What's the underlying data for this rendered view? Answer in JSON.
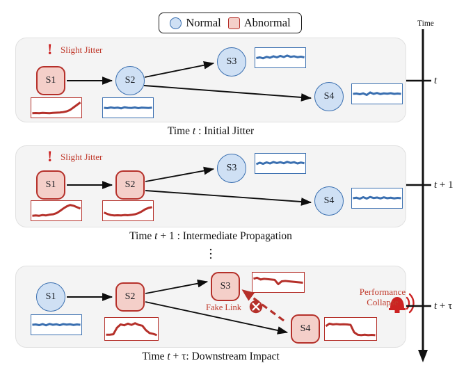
{
  "legend": {
    "items": [
      {
        "icon": "circle-normal-icon",
        "label": "Normal"
      },
      {
        "icon": "square-abnormal-icon",
        "label": "Abnormal"
      }
    ]
  },
  "time_axis": {
    "title": "Time",
    "ticks": [
      {
        "label_plain": "t",
        "label_html": "<i>t</i>"
      },
      {
        "label_plain": "t + 1",
        "label_html": "<i>t</i> + 1"
      },
      {
        "label_plain": "t + τ",
        "label_html": "<i>t</i> + τ"
      }
    ]
  },
  "panels": [
    {
      "id": "panel-t",
      "caption_plain": "Time t : Initial Jitter",
      "caption_html": "Time <i>t</i> : Initial Jitter",
      "alert": {
        "icon": "exclamation-icon",
        "label": "Slight Jitter"
      },
      "nodes": [
        {
          "id": "S1",
          "label": "S1",
          "state": "abnormal"
        },
        {
          "id": "S2",
          "label": "S2",
          "state": "normal"
        },
        {
          "id": "S3",
          "label": "S3",
          "state": "normal"
        },
        {
          "id": "S4",
          "label": "S4",
          "state": "normal"
        }
      ],
      "edges": [
        {
          "from": "S1",
          "to": "S2",
          "style": "solid"
        },
        {
          "from": "S2",
          "to": "S3",
          "style": "solid"
        },
        {
          "from": "S2",
          "to": "S4",
          "style": "solid"
        }
      ]
    },
    {
      "id": "panel-t-plus-1",
      "caption_plain": "Time t + 1 : Intermediate Propagation",
      "caption_html": "Time <i>t</i> + 1 : Intermediate Propagation",
      "alert": {
        "icon": "exclamation-icon",
        "label": "Slight Jitter"
      },
      "nodes": [
        {
          "id": "S1",
          "label": "S1",
          "state": "abnormal"
        },
        {
          "id": "S2",
          "label": "S2",
          "state": "abnormal"
        },
        {
          "id": "S3",
          "label": "S3",
          "state": "normal"
        },
        {
          "id": "S4",
          "label": "S4",
          "state": "normal"
        }
      ],
      "edges": [
        {
          "from": "S1",
          "to": "S2",
          "style": "solid"
        },
        {
          "from": "S2",
          "to": "S3",
          "style": "solid"
        },
        {
          "from": "S2",
          "to": "S4",
          "style": "solid"
        }
      ]
    },
    {
      "id": "panel-t-plus-tau",
      "caption_plain": "Time t + τ: Downstream Impact",
      "caption_html": "Time <i>t</i> + τ: Downstream Impact",
      "fake_link": {
        "icon": "x-circle-icon",
        "label": "Fake Link"
      },
      "collapse": {
        "icon": "alarm-bell-icon",
        "label_line1": "Performance",
        "label_line2": "Collapse"
      },
      "nodes": [
        {
          "id": "S1",
          "label": "S1",
          "state": "normal"
        },
        {
          "id": "S2",
          "label": "S2",
          "state": "abnormal"
        },
        {
          "id": "S3",
          "label": "S3",
          "state": "abnormal"
        },
        {
          "id": "S4",
          "label": "S4",
          "state": "abnormal"
        }
      ],
      "edges": [
        {
          "from": "S1",
          "to": "S2",
          "style": "solid"
        },
        {
          "from": "S2",
          "to": "S3",
          "style": "solid"
        },
        {
          "from": "S2",
          "to": "S4",
          "style": "solid"
        },
        {
          "from": "S4",
          "to": "S3",
          "style": "dashed"
        }
      ]
    }
  ],
  "separator": {
    "symbol": "vertical-ellipsis"
  },
  "colors": {
    "normal_fill": "#cfe0f4",
    "normal_stroke": "#3a6fb0",
    "abnormal_fill": "#f4cfc9",
    "abnormal_stroke": "#b5302a",
    "alert_text": "#c0392b",
    "panel_bg": "#f4f4f4",
    "arrow": "#0d0d0d",
    "page_bg": "#ffffff"
  },
  "chart_data": {
    "type": "line",
    "description": "Per-service metric sparklines shown beneath each node in each time panel.",
    "series": [
      {
        "panel": "panel-t",
        "node": "S1",
        "state": "abnormal",
        "color": "#b5302a",
        "values": [
          20,
          21,
          20,
          22,
          21,
          20,
          22,
          23,
          24,
          26,
          30,
          38,
          52,
          66,
          80
        ]
      },
      {
        "panel": "panel-t",
        "node": "S2",
        "state": "normal",
        "color": "#3a6fb0",
        "values": [
          50,
          48,
          52,
          49,
          51,
          47,
          53,
          50,
          49,
          52,
          48,
          51,
          50,
          49,
          51
        ]
      },
      {
        "panel": "panel-t",
        "node": "S3",
        "state": "normal",
        "color": "#3a6fb0",
        "values": [
          48,
          52,
          47,
          55,
          50,
          58,
          52,
          60,
          54,
          62,
          55,
          58,
          53,
          56,
          52
        ]
      },
      {
        "panel": "panel-t",
        "node": "S4",
        "state": "normal",
        "color": "#3a6fb0",
        "values": [
          50,
          52,
          48,
          53,
          44,
          58,
          50,
          55,
          49,
          53,
          51,
          54,
          50,
          52,
          50
        ]
      },
      {
        "panel": "panel-t-plus-1",
        "node": "S1",
        "state": "abnormal",
        "color": "#b5302a",
        "values": [
          22,
          24,
          22,
          26,
          24,
          28,
          30,
          36,
          48,
          62,
          74,
          82,
          78,
          70,
          62
        ]
      },
      {
        "panel": "panel-t-plus-1",
        "node": "S2",
        "state": "abnormal",
        "color": "#b5302a",
        "values": [
          40,
          32,
          26,
          24,
          25,
          24,
          26,
          25,
          27,
          30,
          36,
          46,
          58,
          66,
          70
        ]
      },
      {
        "panel": "panel-t-plus-1",
        "node": "S3",
        "state": "normal",
        "color": "#3a6fb0",
        "values": [
          46,
          54,
          48,
          56,
          50,
          58,
          52,
          57,
          51,
          59,
          53,
          57,
          50,
          55,
          51
        ]
      },
      {
        "panel": "panel-t-plus-1",
        "node": "S4",
        "state": "normal",
        "color": "#3a6fb0",
        "values": [
          50,
          53,
          47,
          56,
          48,
          57,
          51,
          54,
          49,
          55,
          50,
          53,
          49,
          52,
          50
        ]
      },
      {
        "panel": "panel-t-plus-tau",
        "node": "S1",
        "state": "normal",
        "color": "#3a6fb0",
        "values": [
          50,
          52,
          48,
          54,
          47,
          55,
          50,
          53,
          48,
          54,
          51,
          53,
          49,
          52,
          50
        ]
      },
      {
        "panel": "panel-t-plus-tau",
        "node": "S2",
        "state": "abnormal",
        "color": "#b5302a",
        "values": [
          22,
          22,
          24,
          56,
          72,
          68,
          76,
          70,
          78,
          70,
          66,
          44,
          30,
          26,
          20
        ]
      },
      {
        "panel": "panel-t-plus-tau",
        "node": "S3",
        "state": "abnormal",
        "color": "#b5302a",
        "values": [
          70,
          76,
          66,
          70,
          68,
          66,
          64,
          40,
          56,
          58,
          56,
          54,
          52,
          50,
          48
        ]
      },
      {
        "panel": "panel-t-plus-tau",
        "node": "S4",
        "state": "abnormal",
        "color": "#b5302a",
        "values": [
          64,
          76,
          72,
          74,
          72,
          73,
          72,
          70,
          34,
          22,
          20,
          22,
          20,
          21,
          20
        ]
      }
    ],
    "ylim": [
      0,
      100
    ],
    "xlabel": "",
    "ylabel": "",
    "grid": false,
    "legend_position": "top-center"
  }
}
